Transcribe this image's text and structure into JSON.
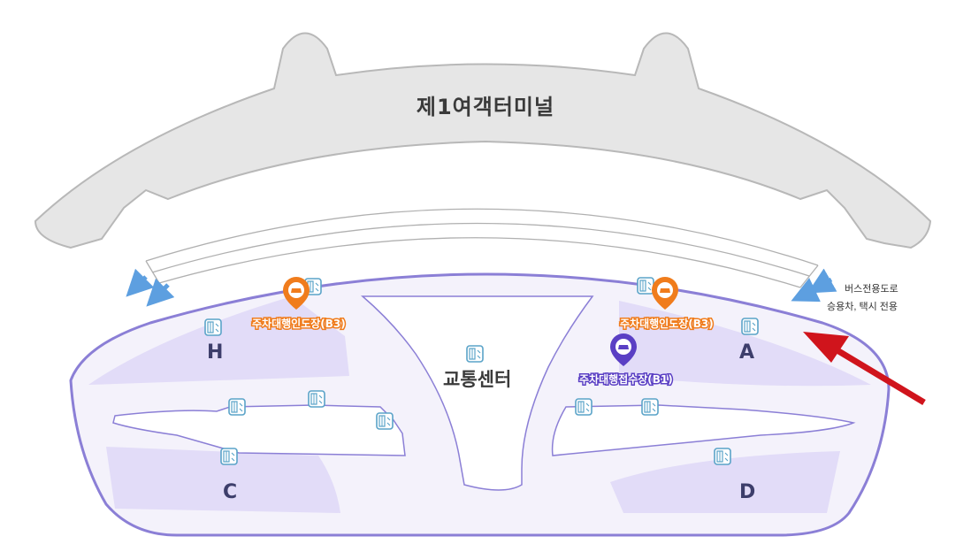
{
  "map": {
    "terminal_name": "제1여객터미널",
    "transport_center": "교통센터",
    "zones": {
      "h": "H",
      "a": "A",
      "c": "C",
      "d": "D"
    },
    "valet_dropoff_left": "주차대행인도장(B3)",
    "valet_dropoff_right": "주차대행인도장(B3)",
    "valet_reception": "주차대행접수장(B1)",
    "road_note_line1": "버스전용도로",
    "road_note_line2": "승용차, 택시 전용",
    "colors": {
      "terminal": "#e6e6e6",
      "zone_fill": "#e2dcf8",
      "zone_outline": "#8b7fd6",
      "dropoff_pin": "#f07c1c",
      "reception_pin": "#5a3fc4",
      "elevator_icon": "#5aa3c8",
      "road_arrow": "#5d9fe0",
      "pointer_arrow": "#d0141c"
    }
  }
}
